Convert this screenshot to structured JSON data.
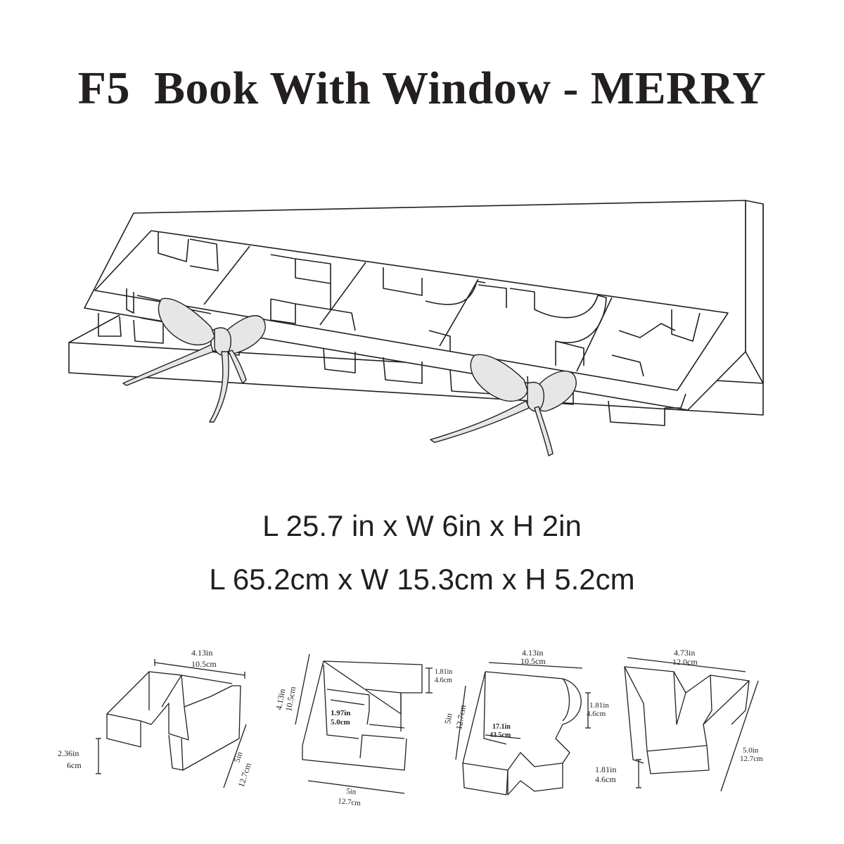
{
  "title": "F5  Book With Window - MERRY",
  "dimensions": {
    "inches": "L 25.7 in x W 6in x H 2in",
    "centimeters": "L 65.2cm x W 15.3cm x H 5.2cm"
  },
  "letters": {
    "M": {
      "width_in": "4.13in",
      "width_cm": "10.5cm",
      "height_in": "2.36in",
      "height_cm": "6cm",
      "depth_in": "5in",
      "depth_cm": "12.7cm"
    },
    "E": {
      "height_in": "4.13in",
      "height_cm": "10.5cm",
      "wall_in": "1.81in",
      "wall_cm": "4.6cm",
      "gap_in": "1.97in",
      "gap_cm": "5.0cm",
      "width_in": "5in",
      "width_cm": "12.7cm"
    },
    "R": {
      "width_in": "4.13in",
      "width_cm": "10.5cm",
      "height_in": "5in",
      "height_cm": "12.7cm",
      "wall_in": "1.81in",
      "wall_cm": "4.6cm",
      "inner_in": "17.1in",
      "inner_cm": "43.5cm"
    },
    "Y": {
      "width_in": "4.73in",
      "width_cm": "12.0cm",
      "depth_in": "5.0in",
      "depth_cm": "12.7cm",
      "wall_in": "1.81in",
      "wall_cm": "4.6cm"
    }
  },
  "colors": {
    "line": "#231f20",
    "ribbon": "#e6e6e6",
    "background": "#ffffff"
  }
}
